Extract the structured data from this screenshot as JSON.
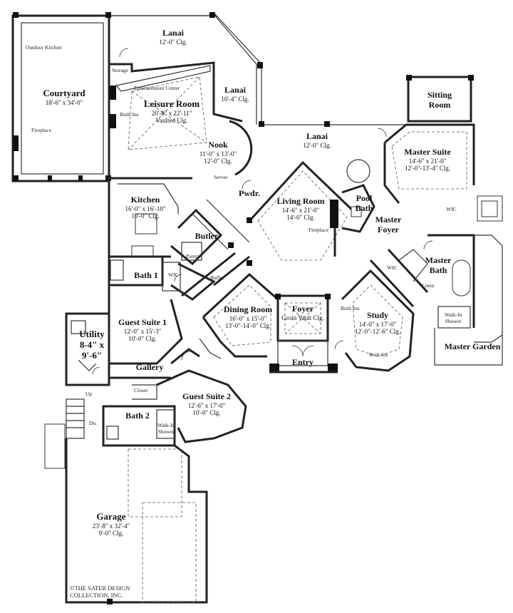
{
  "rooms": {
    "lanai_top": {
      "name": "Lanai",
      "dim1": "12'-0\" Clg."
    },
    "lanai_mid": {
      "name": "Lanai",
      "dim1": "10'-4\" Clg."
    },
    "lanai_right": {
      "name": "Lanai",
      "dim1": "12'-0\" Clg."
    },
    "courtyard": {
      "name": "Courtyard",
      "dim1": "18'-6\" x 34'-0\""
    },
    "leisure": {
      "name": "Leisure Room",
      "dim1": "20'-8\" x 22'-11\"",
      "dim2": "Vaulted Clg."
    },
    "nook": {
      "name": "Nook",
      "dim1": "11'-0\" x 13'-0\"",
      "dim2": "12'-0\" Clg."
    },
    "kitchen": {
      "name": "Kitchen",
      "dim1": "16'-0\" x 16'-10\"",
      "dim2": "10'-0\" Clg."
    },
    "pwdr": {
      "name": "Pwdr."
    },
    "living": {
      "name": "Living Room",
      "dim1": "14'-6\" x 21'-0\"",
      "dim2": "14'-0\" Clg."
    },
    "pool_bath": {
      "name": "Pool",
      "name2": "Bath"
    },
    "sitting": {
      "name": "Sitting",
      "name2": "Room"
    },
    "master_suite": {
      "name": "Master Suite",
      "dim1": "14'-6\" x 21'-0\"",
      "dim2": "12'-0\"-13'-4\" Clg."
    },
    "master_foyer": {
      "name": "Master",
      "name2": "Foyer"
    },
    "master_bath": {
      "name": "Master",
      "name2": "Bath"
    },
    "master_garden": {
      "name": "Master Garden"
    },
    "butler": {
      "name": "Butler"
    },
    "bath1": {
      "name": "Bath 1"
    },
    "dining": {
      "name": "Dining Room",
      "dim1": "16'-0\" x 15'-0\"",
      "dim2": "13'-0\"-14'-0\" Clg."
    },
    "foyer": {
      "name": "Foyer",
      "dim1": "Groin Vault Clg."
    },
    "study": {
      "name": "Study",
      "dim1": "14'-0\" x 17'-0\"",
      "dim2": "12'-0\"-12'-6\" Clg."
    },
    "entry": {
      "name": "Entry"
    },
    "guest1": {
      "name": "Guest Suite 1",
      "dim1": "12'-0\" x 15'-3\"",
      "dim2": "10'-0\" Clg."
    },
    "utility": {
      "name": "Utility",
      "dim1": "8-4\" x",
      "dim2": "9'-6\""
    },
    "gallery": {
      "name": "Gallery"
    },
    "guest2": {
      "name": "Guest Suite 2",
      "dim1": "12'-6\" x 17'-0\"",
      "dim2": "10'-0\" Clg."
    },
    "bath2": {
      "name": "Bath 2"
    },
    "garage": {
      "name": "Garage",
      "dim1": "23'-8\" x 32'-4\"",
      "dim2": "9'-0\" Clg."
    }
  },
  "notes": {
    "outdoor_kitchen": "Outdoor Kitchen",
    "fireplace_left": "Fireplace",
    "storage": "Storage",
    "entertainment": "Entertainment Center",
    "built_ins_left": "Built-Ins",
    "server": "Server",
    "fireplace_living": "Fireplace",
    "pantry": "Pantry",
    "buffet": "Buffet",
    "wic_bath1": "WIC",
    "wic_master": "WIC",
    "wic_foyer": "WIC",
    "linen": "Linen",
    "walk_in_shower_master": "Walk-In\nShower",
    "built_ins_study_top": "Built-Ins",
    "built_ins_study_bottom": "Built-Ins",
    "closet": "Closet",
    "walk_in_shower_guest": "Walk-In\nShower",
    "up": "Up",
    "dn": "Dn."
  },
  "copyright": {
    "line1": "©THE SATER DESIGN",
    "line2": "COLLECTION, INC."
  }
}
